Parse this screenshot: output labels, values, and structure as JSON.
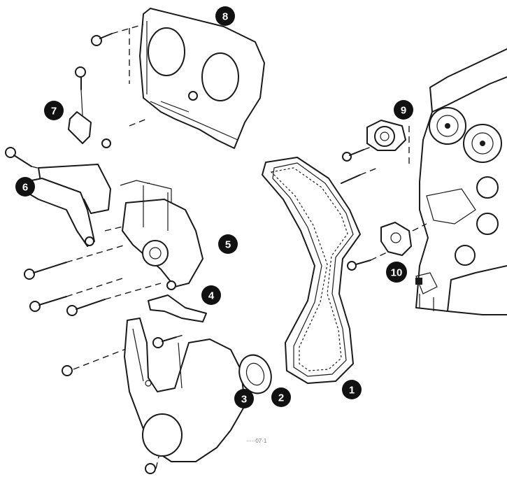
{
  "diagram": {
    "callouts": [
      {
        "id": "1",
        "label": "1"
      },
      {
        "id": "2",
        "label": "2"
      },
      {
        "id": "3",
        "label": "3"
      },
      {
        "id": "4",
        "label": "4"
      },
      {
        "id": "5",
        "label": "5"
      },
      {
        "id": "6",
        "label": "6"
      },
      {
        "id": "7",
        "label": "7"
      },
      {
        "id": "8",
        "label": "8"
      },
      {
        "id": "9",
        "label": "9"
      },
      {
        "id": "10",
        "label": "10"
      }
    ],
    "figure_code": "·····07·1",
    "colors": {
      "ink": "#1a1a1a",
      "callout_fill": "#111111",
      "callout_text": "#ffffff"
    }
  }
}
